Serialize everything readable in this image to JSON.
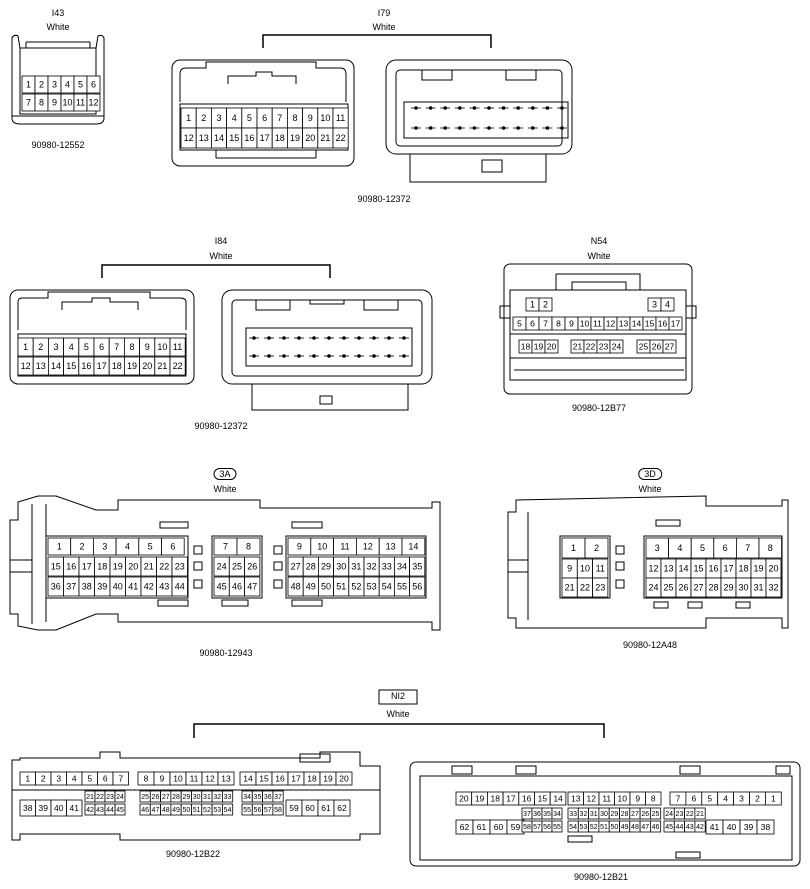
{
  "connectors": {
    "i43": {
      "id": "I43",
      "color": "White",
      "part_number": "90980-12552",
      "rows": [
        [
          "1",
          "2",
          "3",
          "4",
          "5",
          "6"
        ],
        [
          "7",
          "8",
          "9",
          "10",
          "11",
          "12"
        ]
      ]
    },
    "i79": {
      "id": "I79",
      "color": "White",
      "part_number": "90980-12372",
      "rows": [
        [
          "1",
          "2",
          "3",
          "4",
          "5",
          "6",
          "7",
          "8",
          "9",
          "10",
          "11"
        ],
        [
          "12",
          "13",
          "14",
          "15",
          "16",
          "17",
          "18",
          "19",
          "20",
          "21",
          "22"
        ]
      ]
    },
    "i84": {
      "id": "I84",
      "color": "White",
      "part_number": "90980-12372",
      "rows": [
        [
          "1",
          "2",
          "3",
          "4",
          "5",
          "6",
          "7",
          "8",
          "9",
          "10",
          "11"
        ],
        [
          "12",
          "13",
          "14",
          "15",
          "16",
          "17",
          "18",
          "19",
          "20",
          "21",
          "22"
        ]
      ]
    },
    "n54": {
      "id": "N54",
      "color": "White",
      "part_number": "90980-12B77",
      "top_left": [
        "1",
        "2"
      ],
      "top_right": [
        "3",
        "4"
      ],
      "row2": [
        "5",
        "6",
        "7",
        "8",
        "9",
        "10",
        "11",
        "12",
        "13",
        "14",
        "15",
        "16",
        "17"
      ],
      "row3a": [
        "18",
        "19",
        "20"
      ],
      "row3b": [
        "21",
        "22",
        "23",
        "24"
      ],
      "row3c": [
        "25",
        "26",
        "27"
      ]
    },
    "c3a": {
      "id": "3A",
      "color": "White",
      "part_number": "90980-12943",
      "blockA": [
        [
          "1",
          "2",
          "3",
          "4",
          "5",
          "6"
        ],
        [
          "15",
          "16",
          "17",
          "18",
          "19",
          "20",
          "21",
          "22",
          "23"
        ],
        [
          "36",
          "37",
          "38",
          "39",
          "40",
          "41",
          "42",
          "43",
          "44"
        ]
      ],
      "blockB": [
        [
          "7",
          "8"
        ],
        [
          "24",
          "25",
          "26"
        ],
        [
          "45",
          "46",
          "47"
        ]
      ],
      "blockC": [
        [
          "9",
          "10",
          "11",
          "12",
          "13",
          "14"
        ],
        [
          "27",
          "28",
          "29",
          "30",
          "31",
          "32",
          "33",
          "34",
          "35"
        ],
        [
          "48",
          "49",
          "50",
          "51",
          "52",
          "53",
          "54",
          "55",
          "56"
        ]
      ]
    },
    "c3d": {
      "id": "3D",
      "color": "White",
      "part_number": "90980-12A48",
      "left": [
        [
          "1",
          "2"
        ],
        [
          "9",
          "10",
          "11"
        ],
        [
          "21",
          "22",
          "23"
        ]
      ],
      "right": [
        [
          "3",
          "4",
          "5",
          "6",
          "7",
          "8"
        ],
        [
          "12",
          "13",
          "14",
          "15",
          "16",
          "17",
          "18",
          "19",
          "20"
        ],
        [
          "24",
          "25",
          "26",
          "27",
          "28",
          "29",
          "30",
          "31",
          "32"
        ]
      ]
    },
    "ni2": {
      "id": "NI2",
      "color": "White",
      "left_part_number": "90980-12B22",
      "right_part_number": "90980-12B21",
      "L_row1_a": [
        "1",
        "2",
        "3",
        "4",
        "5",
        "6",
        "7"
      ],
      "L_row1_b": [
        "8",
        "9",
        "10",
        "11",
        "12",
        "13"
      ],
      "L_row1_c": [
        "14",
        "15",
        "16",
        "17",
        "18",
        "19",
        "20"
      ],
      "L_row2_a": [
        "38",
        "39",
        "40",
        "41"
      ],
      "L_small_a_top": [
        "21",
        "22",
        "23",
        "24"
      ],
      "L_small_a_bot": [
        "42",
        "43",
        "44",
        "45"
      ],
      "L_small_b_top": [
        "25",
        "26",
        "27",
        "28",
        "29",
        "30",
        "31",
        "32",
        "33"
      ],
      "L_small_b_bot": [
        "46",
        "47",
        "48",
        "49",
        "50",
        "51",
        "52",
        "53",
        "54"
      ],
      "L_small_c_top": [
        "34",
        "35",
        "36",
        "37"
      ],
      "L_small_c_bot": [
        "55",
        "56",
        "57",
        "58"
      ],
      "L_row2_d": [
        "59",
        "60",
        "61",
        "62"
      ],
      "R_row1_a": [
        "20",
        "19",
        "18",
        "17",
        "16",
        "15",
        "14"
      ],
      "R_row1_b": [
        "13",
        "12",
        "11",
        "10",
        "9",
        "8"
      ],
      "R_row1_c": [
        "7",
        "6",
        "5",
        "4",
        "3",
        "2",
        "1"
      ],
      "R_row2_a": [
        "62",
        "61",
        "60",
        "59"
      ],
      "R_small_a_top": [
        "37",
        "36",
        "35",
        "34"
      ],
      "R_small_a_bot": [
        "58",
        "57",
        "56",
        "55"
      ],
      "R_small_b_top": [
        "33",
        "32",
        "31",
        "30",
        "29",
        "28",
        "27",
        "26",
        "25"
      ],
      "R_small_b_bot": [
        "54",
        "53",
        "52",
        "51",
        "50",
        "49",
        "48",
        "47",
        "46"
      ],
      "R_small_c_top": [
        "24",
        "23",
        "22",
        "21"
      ],
      "R_small_c_bot": [
        "45",
        "44",
        "43",
        "42"
      ],
      "R_row2_d": [
        "41",
        "40",
        "39",
        "38"
      ]
    }
  }
}
